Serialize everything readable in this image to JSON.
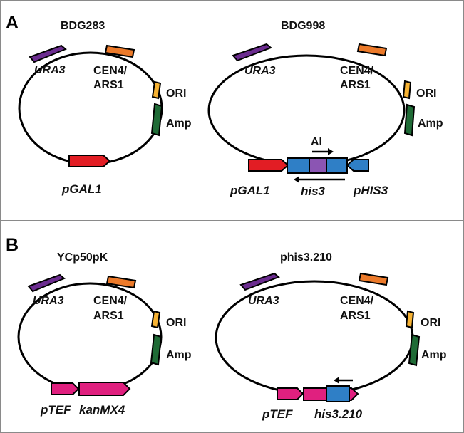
{
  "panels": [
    {
      "letter": "A",
      "plasmids": [
        {
          "name": "BDG283",
          "labels": {
            "ura3": "URA3",
            "cen": "CEN4/",
            "ars": "ARS1",
            "ori": "ORI",
            "amp": "Amp",
            "promoter": "pGAL1"
          }
        },
        {
          "name": "BDG998",
          "labels": {
            "ura3": "URA3",
            "cen": "CEN4/",
            "ars": "ARS1",
            "ori": "ORI",
            "amp": "Amp",
            "promoter": "pGAL1",
            "gene": "his3",
            "gene_promoter": "pHIS3",
            "intron": "AI"
          }
        }
      ]
    },
    {
      "letter": "B",
      "plasmids": [
        {
          "name": "YCp50pK",
          "labels": {
            "ura3": "URA3",
            "cen": "CEN4/",
            "ars": "ARS1",
            "ori": "ORI",
            "amp": "Amp",
            "promoter": "pTEF",
            "gene": "kanMX4"
          }
        },
        {
          "name": "phis3.210",
          "labels": {
            "ura3": "URA3",
            "cen": "CEN4/",
            "ars": "ARS1",
            "ori": "ORI",
            "amp": "Amp",
            "promoter": "pTEF",
            "gene": "his3.210"
          }
        }
      ]
    }
  ],
  "colors": {
    "ura3": "#6b2c8f",
    "cen": "#ec7a2a",
    "ori": "#f6b233",
    "amp": "#1f6b36",
    "pgal1": "#e21d24",
    "blue": "#2f7fc6",
    "intron": "#8b55b3",
    "magenta": "#e0207f"
  }
}
